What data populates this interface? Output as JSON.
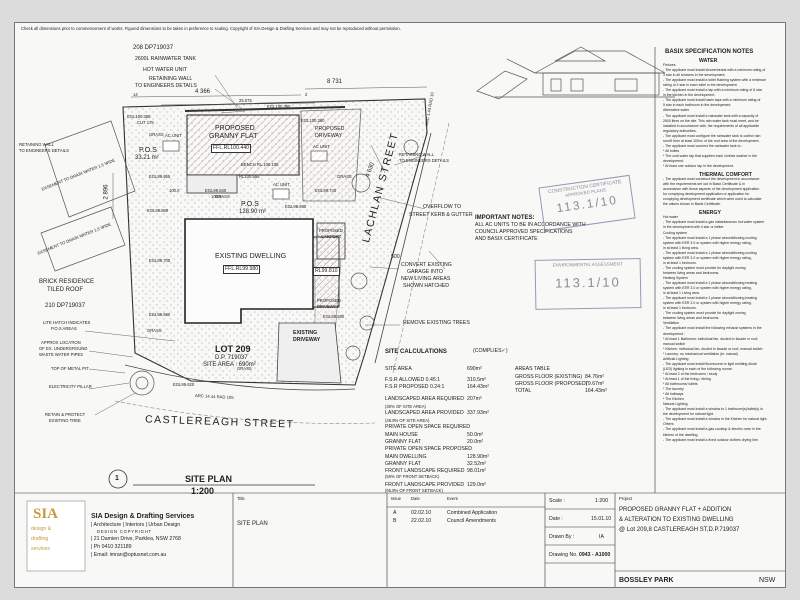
{
  "header": {
    "note": "Check all dimensions prior to commencement of works. Figured dimensions to be taken in preference to scaling. Copyright of SIA Design & Drafting Services and may not be reproduced without permission."
  },
  "plan": {
    "lot_top": "208 DP719037",
    "rainwater_tank": "2600L RAINWATER TANK",
    "hot_water_unit": "HOT WATER UNIT",
    "retaining_wall_top": "RETAINING WALL",
    "retaining_wall_top2": "TO ENGINEERS DETAILS",
    "dim_4366": "4 366",
    "dim_8731": "8 731",
    "dim_25075": "25.075",
    "dim_mark_14": "14",
    "dim_mark_2": "2",
    "egl_cut": "EGL100.365",
    "cut_175": "CUT 175",
    "egl_100365b": "EGL100.365",
    "egl_100360": "EGL100.360",
    "granny_title1": "PROPOSED",
    "granny_title2": "GRANNY FLAT",
    "granny_ffl": "FFL.RL100.440",
    "proposed_driveway_top1": "PROPOSED",
    "proposed_driveway_top2": "DRIVEWAY",
    "ac_unit_1": "AC UNIT",
    "ac_unit_2": "AC UNIT",
    "ac_unit_3": "AC UNIT",
    "pos_1": "P.O.S",
    "pos_1_area": "33.21 m²",
    "pos_2": "P.O.S",
    "pos_2_area": "128.90 m²",
    "bench_rl": "BENCH RL.100.105",
    "rl_100555": "RL100.555",
    "egl_99955": "EGL99.955",
    "egl_99840": "EGL99.840",
    "dim_1000": "100.0",
    "dim_1008": "100.8",
    "egl_99740": "EGL99.740",
    "egl_99860": "EGL99.860",
    "egl_99690": "EGL99.690",
    "egl_99705": "EGL99.705",
    "egl_99680": "EGL99.680",
    "egl_99580": "EGL99.580",
    "egl_99620": "EGL99.620",
    "grass_1": "GRASS",
    "grass_2": "GRASS",
    "grass_3": "GRASS",
    "grass_4": "GRASS",
    "grass_5": "GRASS",
    "dim_4630": "4 630",
    "dim_2896": "2 896",
    "dim_500": "500",
    "arc_top": "ARC 1.43 RAD 10",
    "arc_bottom": "ARC 14.44 RAD 105",
    "existing_dwelling": "EXISTING DWELLING",
    "existing_ffl": "FFL.RL99.980",
    "rl_99810": "RL99.810",
    "proposed_carport1": "PROPOSED",
    "proposed_carport2": "CARPORT",
    "proposed_driveway_1": "PROPOSED",
    "proposed_driveway_2": "DRIVEWAY",
    "existing_driveway_1": "EXISTING",
    "existing_driveway_2": "DRIVEWAY",
    "lot_label": "LOT 209",
    "lot_dp": "D.P. 719037",
    "site_area": "SITE AREA : 690m²",
    "street_bottom": "CASTLEREAGH STREET",
    "street_side": "LACHLAN STREET",
    "left_retaining_1": "RETAINING WALL",
    "left_retaining_2": "TO ENGINEERS DETAILS",
    "left_skew_1": "EASEMENT TO DRAIN WATER 1.5 WIDE",
    "left_skew_2": "EASEMENT TO DRAIN WATER 1.5 WIDE",
    "brick_1": "BRICK RESIDENCE",
    "brick_2": "TILED ROOF",
    "lot_left": "210 DP719037",
    "lite_hatch_1": "LITE HATCH INDICATES",
    "lite_hatch_2": "P.O.S AREAS",
    "approx_1": "APPROX LOCATION",
    "approx_2": "OF EX. UNDERGROUND",
    "approx_3": "WASTE WATER PIPES",
    "top_metal": "TOP OF METAL PIT",
    "electricity": "ELECTRICITY PILLAR",
    "retain_tree_1": "RETAIN & PROTECT",
    "retain_tree_2": "EXISTING TREE",
    "retaining_right_1": "RETAINING WALL",
    "retaining_right_2": "TO ENGINEERS DETAILS",
    "overflow_1": "OVERFLOW TO",
    "overflow_2": "STREET KERB & GUTTER",
    "convert_1": "CONVERT EXISTING",
    "convert_2": "GARAGE INTO",
    "convert_3": "NEW LIVING AREAS",
    "convert_4": "SHOWN HATCHED",
    "remove_trees": "REMOVE EXISTING TREES"
  },
  "important": {
    "title": "IMPORTANT NOTES:",
    "body1": "ALL AC UNITS TO BE IN ACCORDANCE WITH",
    "body2": "COUNCIL APPROVED SPECIFICATIONS",
    "body3": "AND BASIX CERTIFICATE"
  },
  "stamps": {
    "s1_line1": "CONSTRUCTION CERTIFICATE",
    "s1_line2": "APPROVED PLANS",
    "s1_number": "113.1/10",
    "s2_line1": "ENVIRONMENTAL ASSESSMENT",
    "s2_number": "113.1/10"
  },
  "site_calc": {
    "title": "SITE CALCULATIONS",
    "complies": "(COMPLIES✓)",
    "rows": [
      {
        "label": "SITE AREA",
        "value": "690m²"
      },
      {
        "label": "F.S.R ALLOWED       0.45:1",
        "value": "310.5m²"
      },
      {
        "label": "F.S.R PROPOSED      0.24:1",
        "value": "164.43m²"
      },
      {
        "label": "LANDSCAPED AREA REQUIRED",
        "value": "207m²"
      },
      {
        "label": "LANDSCAPED AREA PROVIDED",
        "value": "337.93m²"
      },
      {
        "label": "MAIN HOUSE",
        "value": "50.0m²"
      },
      {
        "label": "GRANNY FLAT",
        "value": "20.0m²"
      },
      {
        "label": "MAIN DWELLING",
        "value": "128.90m²"
      },
      {
        "label": "GRANNY FLAT",
        "value": "32.52m²"
      },
      {
        "label": "FRONT LANDSCAPE REQUIRED",
        "value": "98.01m²"
      },
      {
        "label": "FRONT LANDSCAPE PROVIDED",
        "value": "129.0m²"
      }
    ],
    "note_req": "(30% OF SITE AREA)",
    "note_prov": "(48.9% OF SITE AREA)",
    "private_req": "PRIVATE OPEN SPACE REQUIRED",
    "private_prov": "PRIVATE OPEN SPACE PROPOSED",
    "note_front_req": "(50% OF FRONT SETBACK)",
    "note_front_prov": "(65.8% OF FRONT SETBACK)"
  },
  "areas_table": {
    "title": "AREAS TABLE",
    "rows": [
      {
        "label": "GROSS FLOOR (EXISTING)",
        "value": "84.76m²"
      },
      {
        "label": "GROSS FLOOR (PROPOSED)",
        "value": "79.67m²"
      },
      {
        "label": "TOTAL",
        "value": "164.43m²"
      }
    ]
  },
  "site_plan_title": {
    "number": "1",
    "title": "SITE PLAN",
    "scale": "1:200"
  },
  "title_block": {
    "company": "SIA Design & Drafting Services",
    "services": "| Architecture | Interiors | Urban Design",
    "copyright": "DESIGN COPYRIGHT",
    "address": "| 21 Damien Drive, Parklea, NSW 2768",
    "phone": "| Ph 0410 321189",
    "email": "| Email: imran@optusnet.com.au",
    "logo_main": "SIA",
    "logo_line1": "design &",
    "logo_line2": "drafting",
    "logo_line3": "services",
    "title_label": "Title",
    "title_value": "SITE PLAN",
    "issue_header": [
      "Issue",
      "Date",
      "Event"
    ],
    "issues": [
      {
        "issue": "A",
        "date": "02.02.10",
        "event": "Combined Application"
      },
      {
        "issue": "B",
        "date": "22.02.10",
        "event": "Council Amendments"
      }
    ],
    "scale_label": "Scale :",
    "scale_value": "1:200",
    "date_label": "Date :",
    "date_value": "15.01.10",
    "drawn_label": "Drawn By :",
    "drawn_value": "IA",
    "drawing_label": "Drawing No. :",
    "drawing_value": "0943 - A1000",
    "project_label": "Project",
    "project_line1": "PROPOSED GRANNY FLAT + ADDITION",
    "project_line2": "& ALTERATION TO EXISTING DWELLING",
    "project_line3": "@ Lot 209,8 CASTLEREAGH ST,D.P.719037",
    "suburb": "BOSSLEY PARK",
    "state": "NSW"
  },
  "basix": {
    "title": "BASIX SPECIFICATION NOTES",
    "sections": [
      {
        "heading": "WATER",
        "lines": [
          "Fixtures",
          "- The applicant must install showerheads with a minimum rating of",
          "3 star in all showers in the development.",
          "- The applicant must install a toilet flushing system with a minimum",
          "rating of 4 star in each toilet in the development.",
          "- The applicant must install a tap with a minimum rating of 6 star",
          "in the kitchen in the development.",
          "- The applicant must install basin taps with a minimum rating of",
          "5 star in each bathroom in the development.",
          "Alternative water",
          "- The applicant must install a rainwater tank with a capacity of",
          "2600 litres on the site. This rain water tank must meet, and be",
          "installed in accordance with, the requirements of all applicable",
          "regulatory authorities.",
          "- The applicant must configure the rainwater tank to collect rain",
          "runoff from at least 100m² of the roof area of the development.",
          "- The applicant must connect the rainwater tank to :",
          "* All toilets",
          "* The cold water tap that supplies each clothes washer in the",
          "development.",
          "* At least one outdoor tap in the development."
        ]
      },
      {
        "heading": "THERMAL COMFORT",
        "lines": [
          "- The applicant must construct the development in accordance",
          "with the requirements set out in Basix Certificate & in",
          "accordance with those aspects of the development application",
          "for complying development application or application for",
          "complying development certificate which were used to calculate",
          "the values shown in Basix Certificate."
        ]
      },
      {
        "heading": "ENERGY",
        "lines": [
          "Hot water",
          "- The applicant must install a gas instantaneous hot water system",
          "in the development with 4 star or better.",
          "Cooling system",
          "- The applicant must install a 1 phase airconditioning cooling",
          "system with EER 3.0 or system with higher energy rating,",
          "in at least 1 living area.",
          "- The applicant must install a 1 phase airconditioning cooling",
          "system with EER 3.0 or system with higher energy rating,",
          "in at least 1 bedroom.",
          "- The cooling system must provide for daylight zoning",
          "between living areas and bedrooms.",
          "Heating System",
          "- The applicant must install a 1 phase airconditioning heating",
          "system with EER 3.0 or system with higher energy rating,",
          "in at least 1 Living area.",
          "- The applicant must install a 1 phase airconditioning heating",
          "system with EER 3.0 or system with higher energy rating,",
          "in at least 1 bedroom.",
          "- The cooling system must provide for daylight zoning",
          "between living areas and bedrooms.",
          "Ventilation",
          "- The applicant must install the following exhaust systems in the",
          "development :",
          "* At least 1 Bathroom: individual fan, ducted to facade or roof;",
          "manual switch",
          "* Kitchen: individual fan, ducted to facade or roof; manual switch",
          "* Laundry: no mechanical ventilation (ie. natural)",
          "Artificial Lighting",
          "- The applicant must install fluorescent or light emitting diode",
          "(LED) lighting in each of the following rooms:",
          "* At least 2 of the bedrooms / study",
          "* At least 1 of the living / dining",
          "* All bathrooms/ toilets",
          "* The laundry",
          "* All hallways",
          "* The Kitchen",
          "Natural Lighting",
          "- The applicant must install a window to 1 bathroom(s)/toilet(s) in",
          "the development for natural light.",
          "- The applicant must install a window in the Kitchen for natural light.",
          "Others",
          "- The applicant must install a gas cooktop & electric oven in the",
          "kitchen of the dwelling.",
          "- The applicant must install a fixed outdoor clothes drying line."
        ]
      }
    ]
  }
}
